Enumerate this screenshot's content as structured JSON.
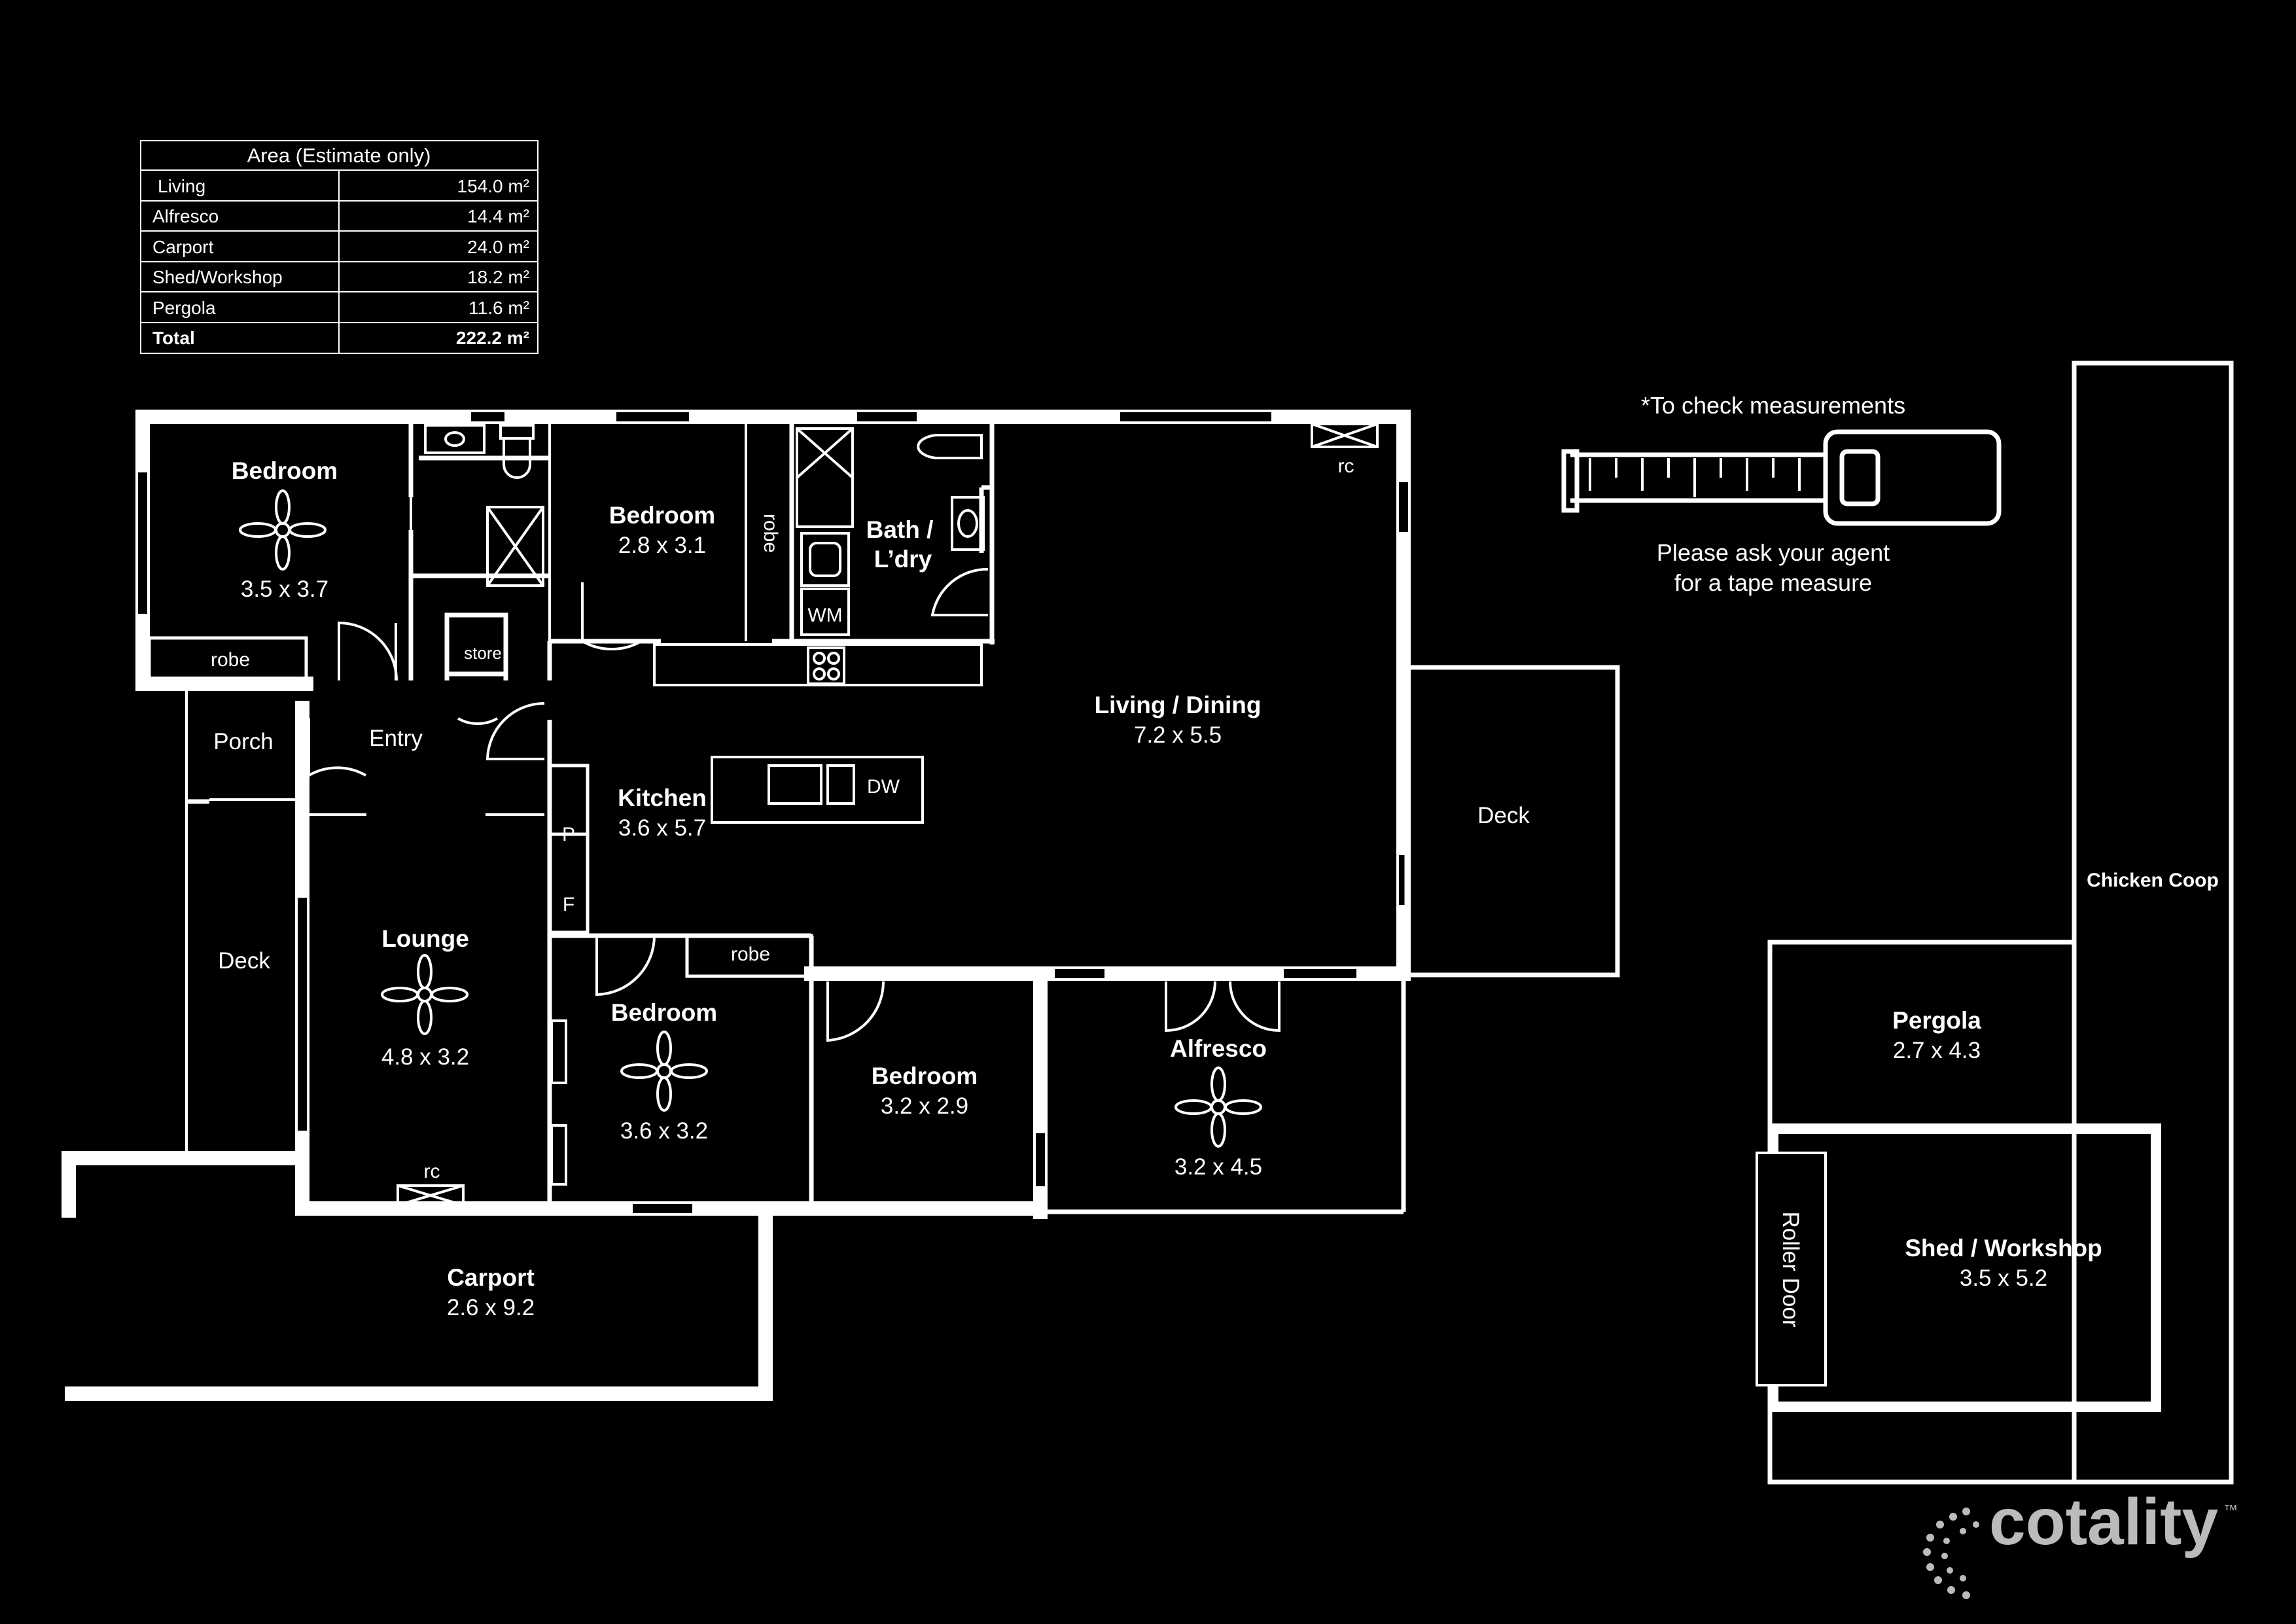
{
  "area_table": {
    "title": "Area (Estimate only)",
    "rows": [
      {
        "label": "Living",
        "value": "154.0 m²"
      },
      {
        "label": "Alfresco",
        "value": "14.4 m²"
      },
      {
        "label": "Carport",
        "value": "24.0 m²"
      },
      {
        "label": "Shed/Workshop",
        "value": "18.2 m²"
      },
      {
        "label": "Pergola",
        "value": "11.6 m²"
      },
      {
        "label": "Total",
        "value": "222.2 m²"
      }
    ]
  },
  "rooms": {
    "bedroom_nw": {
      "name": "Bedroom",
      "dims": "3.5 x 3.7"
    },
    "bedroom_n": {
      "name": "Bedroom",
      "dims": "2.8 x 3.1"
    },
    "bath": {
      "name_1": "Bath /",
      "name_2": "L’dry"
    },
    "living": {
      "name": "Living / Dining",
      "dims": "7.2 x 5.5"
    },
    "kitchen": {
      "name": "Kitchen",
      "dims": "3.6 x 5.7"
    },
    "lounge": {
      "name": "Lounge",
      "dims": "4.8 x 3.2"
    },
    "bedroom_s": {
      "name": "Bedroom",
      "dims": "3.6 x 3.2"
    },
    "bedroom_se": {
      "name": "Bedroom",
      "dims": "3.2 x 2.9"
    },
    "alfresco": {
      "name": "Alfresco",
      "dims": "3.2 x 4.5"
    },
    "carport": {
      "name": "Carport",
      "dims": "2.6 x 9.2"
    },
    "pergola": {
      "name": "Pergola",
      "dims": "2.7 x 4.3"
    },
    "shed": {
      "name": "Shed / Workshop",
      "dims": "3.5 x 5.2"
    },
    "chicken": {
      "name": "Chicken Coop"
    }
  },
  "labels": {
    "robe_nw": "robe",
    "robe_n": "robe",
    "robe_s": "robe",
    "store": "store",
    "wm": "WM",
    "dw": "DW",
    "p": "P",
    "f": "F",
    "rc_living": "rc",
    "rc_lounge": "rc",
    "porch": "Porch",
    "entry": "Entry",
    "deck_w": "Deck",
    "deck_e": "Deck",
    "roller_door": "Roller Door"
  },
  "tape": {
    "title": "*To check measurements",
    "line1": "Please ask your agent",
    "line2": "for a tape measure"
  },
  "brand": {
    "name": "cotality",
    "tm": "™"
  },
  "colors": {
    "background": "#000000",
    "lines": "#ffffff",
    "logo": "#bbbbbb"
  }
}
